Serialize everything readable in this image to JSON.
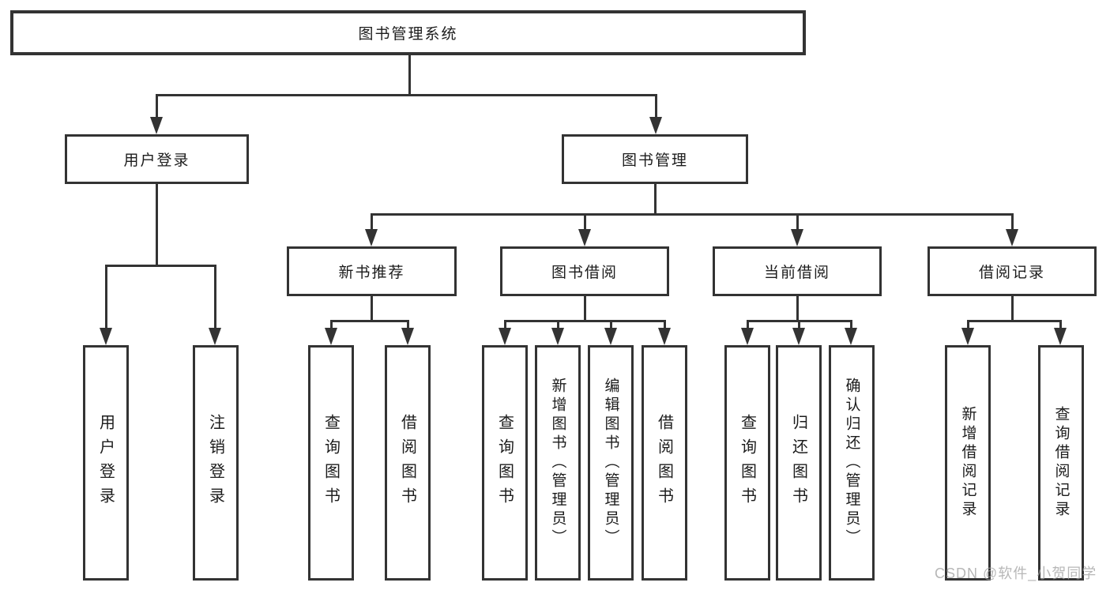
{
  "diagram": {
    "type": "functional-structure-tree",
    "colors": {
      "line": "#333333",
      "box_border": "#333333",
      "text": "#1c1c1c",
      "background": "#ffffff",
      "watermark": "#9f9f9f"
    }
  },
  "tree": {
    "label": "图书管理系统",
    "children": [
      {
        "label": "用户登录",
        "children": [
          {
            "label": "用户登录"
          },
          {
            "label": "注销登录"
          }
        ]
      },
      {
        "label": "图书管理",
        "children": [
          {
            "label": "新书推荐",
            "children": [
              {
                "label": "查询图书"
              },
              {
                "label": "借阅图书"
              }
            ]
          },
          {
            "label": "图书借阅",
            "children": [
              {
                "label": "查询图书"
              },
              {
                "label": "新增图书（管理员）"
              },
              {
                "label": "编辑图书（管理员）"
              },
              {
                "label": "借阅图书"
              }
            ]
          },
          {
            "label": "当前借阅",
            "children": [
              {
                "label": "查询图书"
              },
              {
                "label": "归还图书"
              },
              {
                "label": "确认归还（管理员）"
              }
            ]
          },
          {
            "label": "借阅记录",
            "children": [
              {
                "label": "新增借阅记录"
              },
              {
                "label": "查询借阅记录"
              }
            ]
          }
        ]
      }
    ]
  },
  "watermark": {
    "text": "CSDN @软件_小贺同学"
  }
}
